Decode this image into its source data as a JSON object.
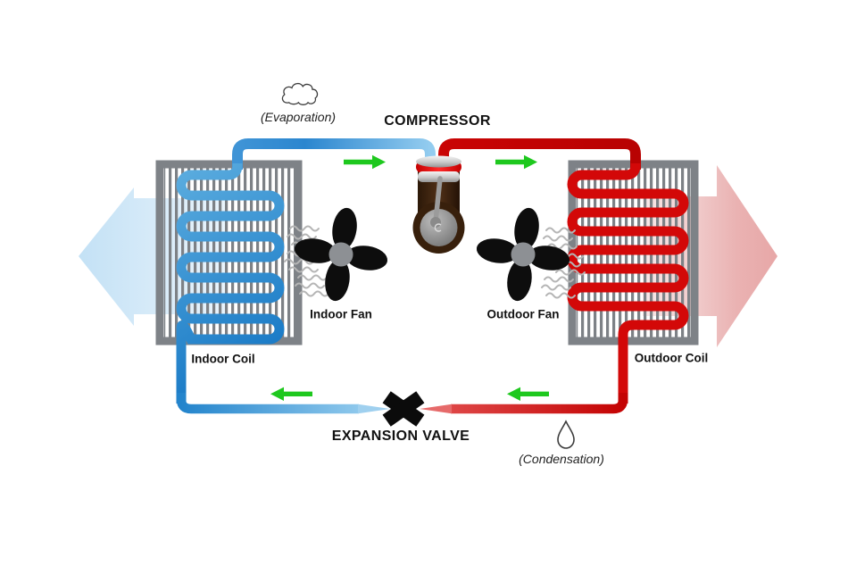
{
  "diagram": {
    "compressor": {
      "label": "COMPRESSOR"
    },
    "expansion_valve": {
      "label": "EXPANSION VALVE"
    },
    "evaporation": {
      "label": "(Evaporation)"
    },
    "condensation": {
      "label": "(Condensation)"
    },
    "indoor_coil": {
      "label": "Indoor Coil"
    },
    "outdoor_coil": {
      "label": "Outdoor Coil"
    },
    "indoor_fan": {
      "label": "Indoor Fan"
    },
    "outdoor_fan": {
      "label": "Outdoor Fan"
    }
  },
  "icons": {
    "evaporation_icon": "cloud-outline",
    "condensation_icon": "droplet-outline",
    "fan_icon": "4-blade-propeller",
    "expansion_valve_icon": "bold-x-valve",
    "flow_direction_icon": "green-arrow",
    "airflow_icon": "wavy-lines"
  },
  "colors": {
    "refrigerant_cold": "#2e8cd0",
    "refrigerant_hot": "#cc0000",
    "flow_arrow_green": "#1ec81e",
    "cold_air_arrow": "#c3e1f5",
    "warm_air_arrow": "#e7a7a7",
    "coil_frame_gray": "#7e8287"
  }
}
